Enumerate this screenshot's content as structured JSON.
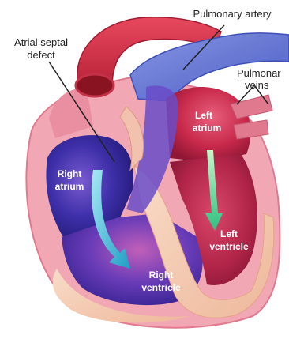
{
  "labels": {
    "atrial_septal_defect_line1": "Atrial septal",
    "atrial_septal_defect_line2": "defect",
    "pulmonary_artery": "Pulmonary artery",
    "pulmonary_veins_line1": "Pulmonar",
    "pulmonary_veins_line2": "veins",
    "left_atrium_line1": "Left",
    "left_atrium_line2": "atrium",
    "right_atrium_line1": "Right",
    "right_atrium_line2": "atrium",
    "left_ventricle_line1": "Left",
    "left_ventricle_line2": "ventricle",
    "right_ventricle_line1": "Right",
    "right_ventricle_line2": "ventricle"
  },
  "colors": {
    "heart_outer": "#f2a7b4",
    "heart_edge": "#e07a8e",
    "aorta": "#d9334a",
    "aorta_dark": "#8a1322",
    "pulmonary_artery": "#6d7fd6",
    "right_chambers": "#3d2fa8",
    "left_chambers": "#c8294b",
    "septum": "#f5c9b0",
    "flow_arrow_right": "#39b8d6",
    "flow_arrow_left": "#5fd8a0",
    "leader_line": "#222222"
  }
}
